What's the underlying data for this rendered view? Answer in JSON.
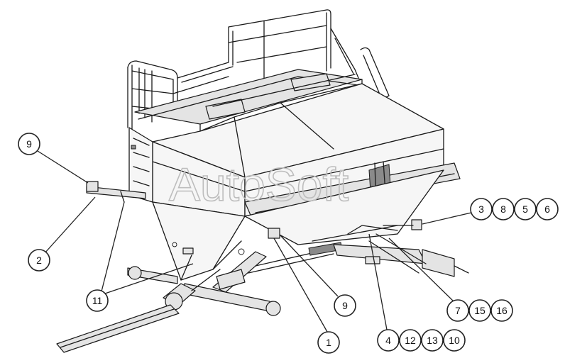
{
  "watermark": "AutoSoft",
  "callouts": [
    {
      "id": "c9a",
      "label": "9"
    },
    {
      "id": "c2",
      "label": "2"
    },
    {
      "id": "c11",
      "label": "11"
    },
    {
      "id": "c1",
      "label": "1"
    },
    {
      "id": "c9b",
      "label": "9"
    },
    {
      "id": "c4",
      "label": "4"
    },
    {
      "id": "c12",
      "label": "12"
    },
    {
      "id": "c13",
      "label": "13"
    },
    {
      "id": "c10",
      "label": "10"
    },
    {
      "id": "c7",
      "label": "7"
    },
    {
      "id": "c15",
      "label": "15"
    },
    {
      "id": "c16",
      "label": "16"
    },
    {
      "id": "c3",
      "label": "3"
    },
    {
      "id": "c8",
      "label": "8"
    },
    {
      "id": "c5",
      "label": "5"
    },
    {
      "id": "c6",
      "label": "6"
    }
  ]
}
